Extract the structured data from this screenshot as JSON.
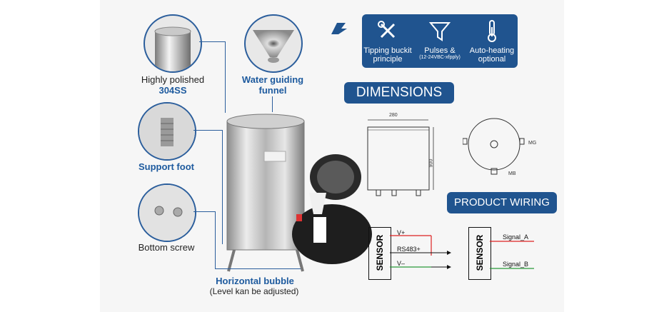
{
  "parts": {
    "polished": {
      "line1": "Highly polished",
      "line2": "304SS"
    },
    "funnel": {
      "line1": "Water guiding",
      "line2": "funnel"
    },
    "foot": {
      "label": "Support foot"
    },
    "screw": {
      "label": "Bottom screw"
    },
    "bubble": {
      "line1": "Horizontal bubble",
      "line2": "(Level kan be adjusted)"
    }
  },
  "features": [
    {
      "icon": "tools-icon",
      "line1": "Tipping buckit",
      "line2": "principle"
    },
    {
      "icon": "funnel-icon",
      "line1": "Pulses &",
      "line2": "(12-24VBC-xfpply)"
    },
    {
      "icon": "thermometer-icon",
      "line1": "Auto-heating",
      "line2": "optional"
    }
  ],
  "dimensions": {
    "heading": "DIMENSIONS",
    "width_label": "280",
    "height_label": "900",
    "mg_label": "MG",
    "mb_label": "MB"
  },
  "wiring": {
    "heading": "PRODUCT WIRING",
    "sensor_label": "SENSOR",
    "left": [
      "V+",
      "RS483+",
      "V–"
    ],
    "right": [
      "Signal_A",
      "Signal_B"
    ]
  },
  "colors": {
    "brand": "#20548f",
    "wire_red": "#d22",
    "wire_green": "#2a9a3a"
  }
}
